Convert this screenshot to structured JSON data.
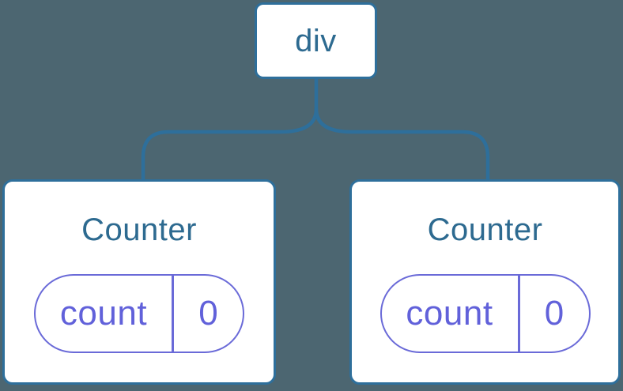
{
  "diagram": {
    "background_color": "#4C6671",
    "line_color": "#2E6F9B",
    "node_text_color": "#2D6A90",
    "state_text_color": "#6161DA",
    "state_border_color": "#6A6AD8",
    "root": {
      "label": "div"
    },
    "children": [
      {
        "title": "Counter",
        "state": {
          "key": "count",
          "value": "0"
        }
      },
      {
        "title": "Counter",
        "state": {
          "key": "count",
          "value": "0"
        }
      }
    ]
  }
}
